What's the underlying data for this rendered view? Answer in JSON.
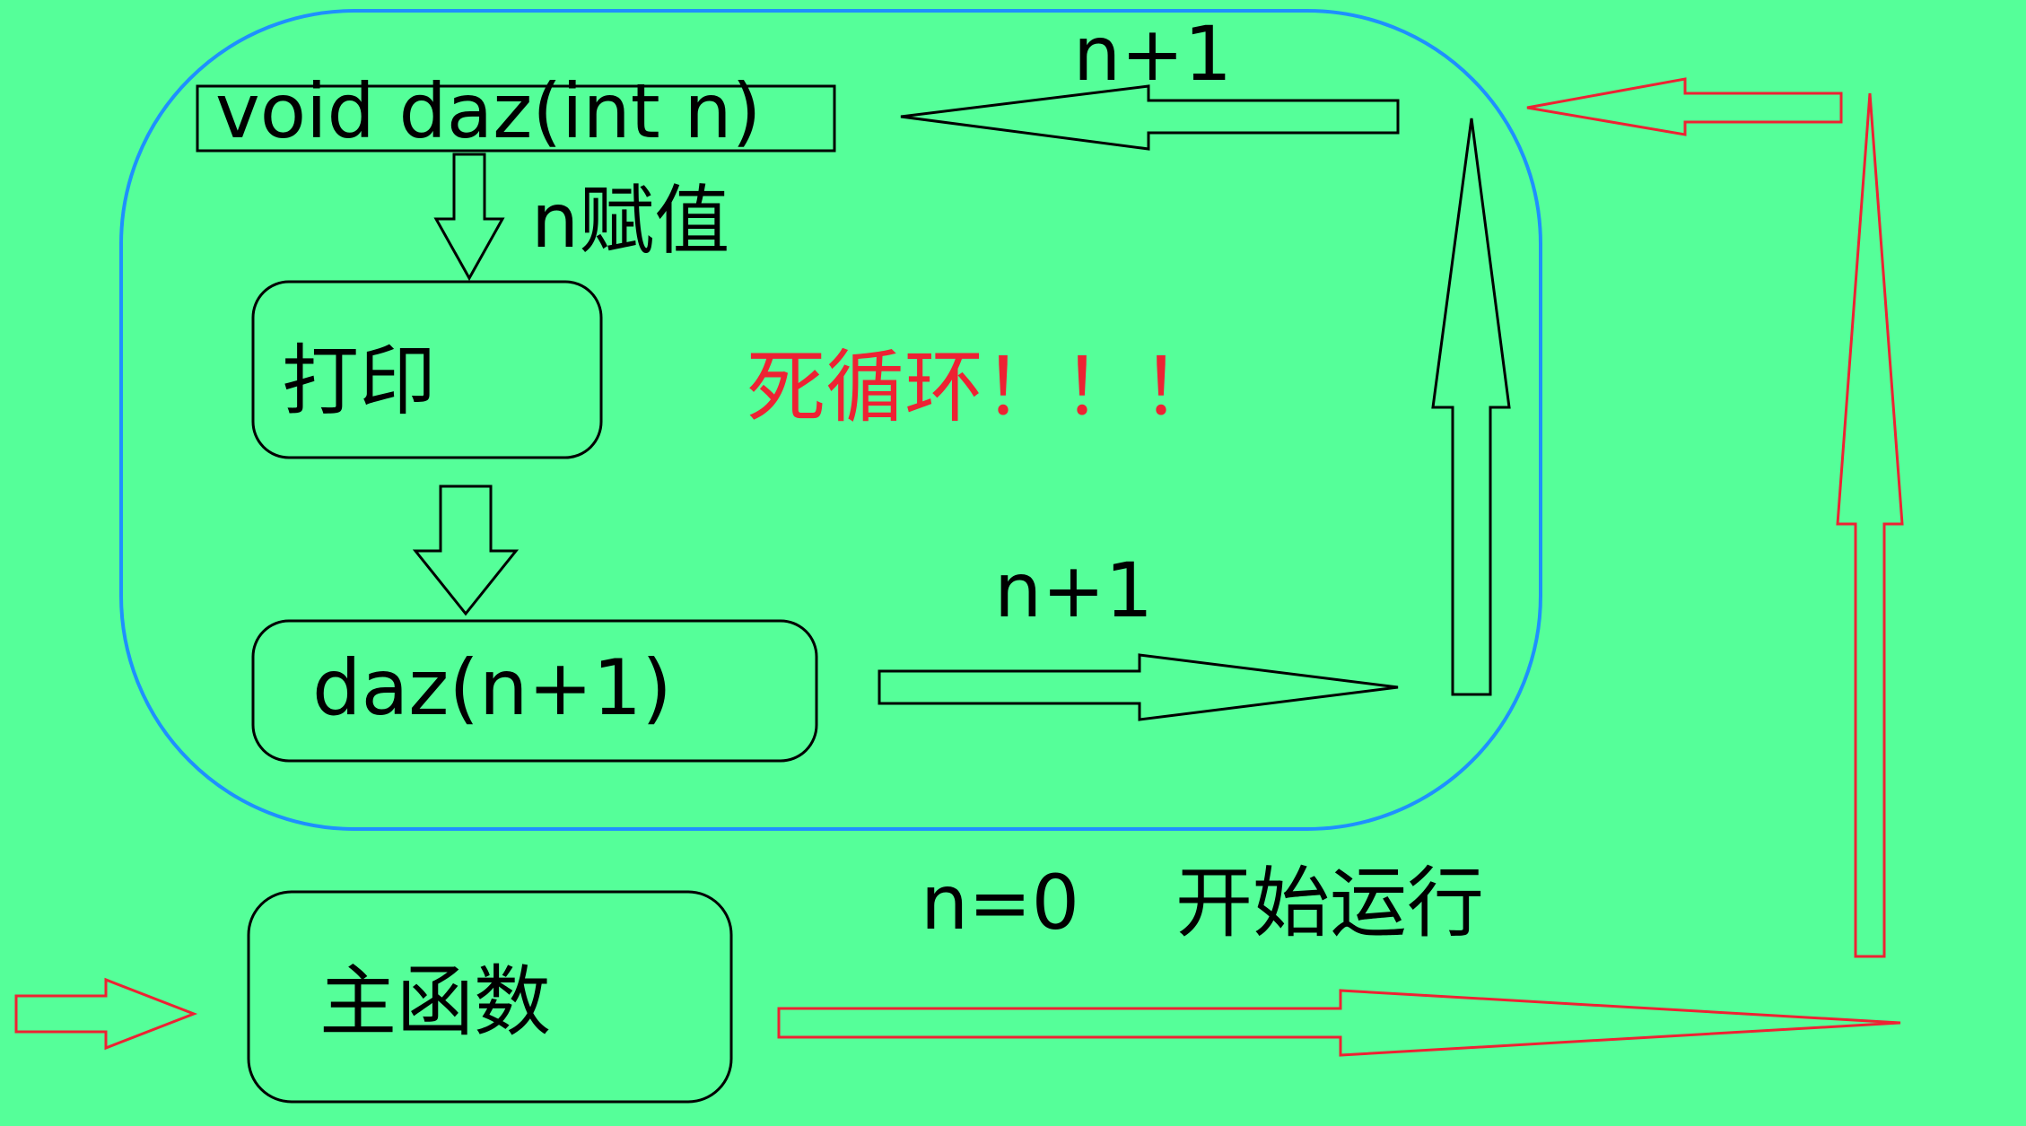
{
  "diagram": {
    "function_signature": "void daz(int n)",
    "assign_label": "n赋值",
    "print_label": "打印",
    "recursive_call_label": "daz(n+1)",
    "increment_label_bottom": "n+1",
    "increment_label_top": "n+1",
    "loop_label": "死循环！！！",
    "main_label": "主函数",
    "start_n_label": "n=0",
    "start_run_label": "开始运行"
  },
  "colors": {
    "background": "#55ff99",
    "loop_outline": "#1e90ff",
    "black_arrow": "#000000",
    "red_arrow": "#ee2233",
    "loop_text": "#ee2233"
  }
}
